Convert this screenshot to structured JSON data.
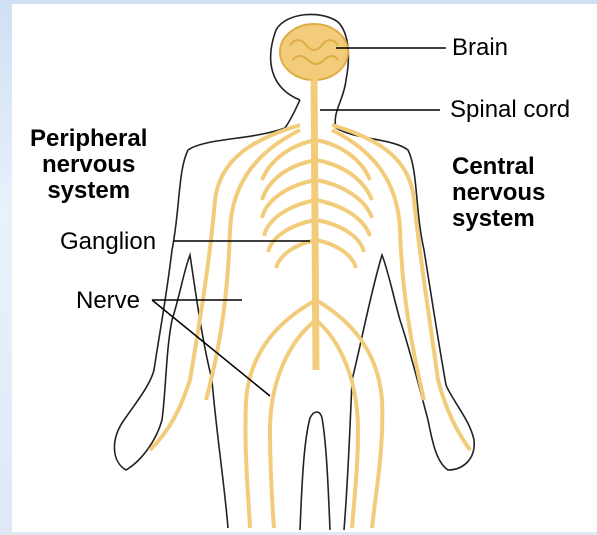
{
  "labels": {
    "brain": "Brain",
    "spinal_cord": "Spinal cord",
    "peripheral": [
      "Peripheral",
      "nervous",
      "system"
    ],
    "central": [
      "Central",
      "nervous",
      "system"
    ],
    "ganglion": "Ganglion",
    "nerve": "Nerve"
  },
  "colors": {
    "nerve_fill": "#f2cc7a",
    "nerve_stroke": "#e0ad45",
    "outline": "#222222",
    "leader_line": "#000000",
    "background": "#dfe9f6"
  }
}
